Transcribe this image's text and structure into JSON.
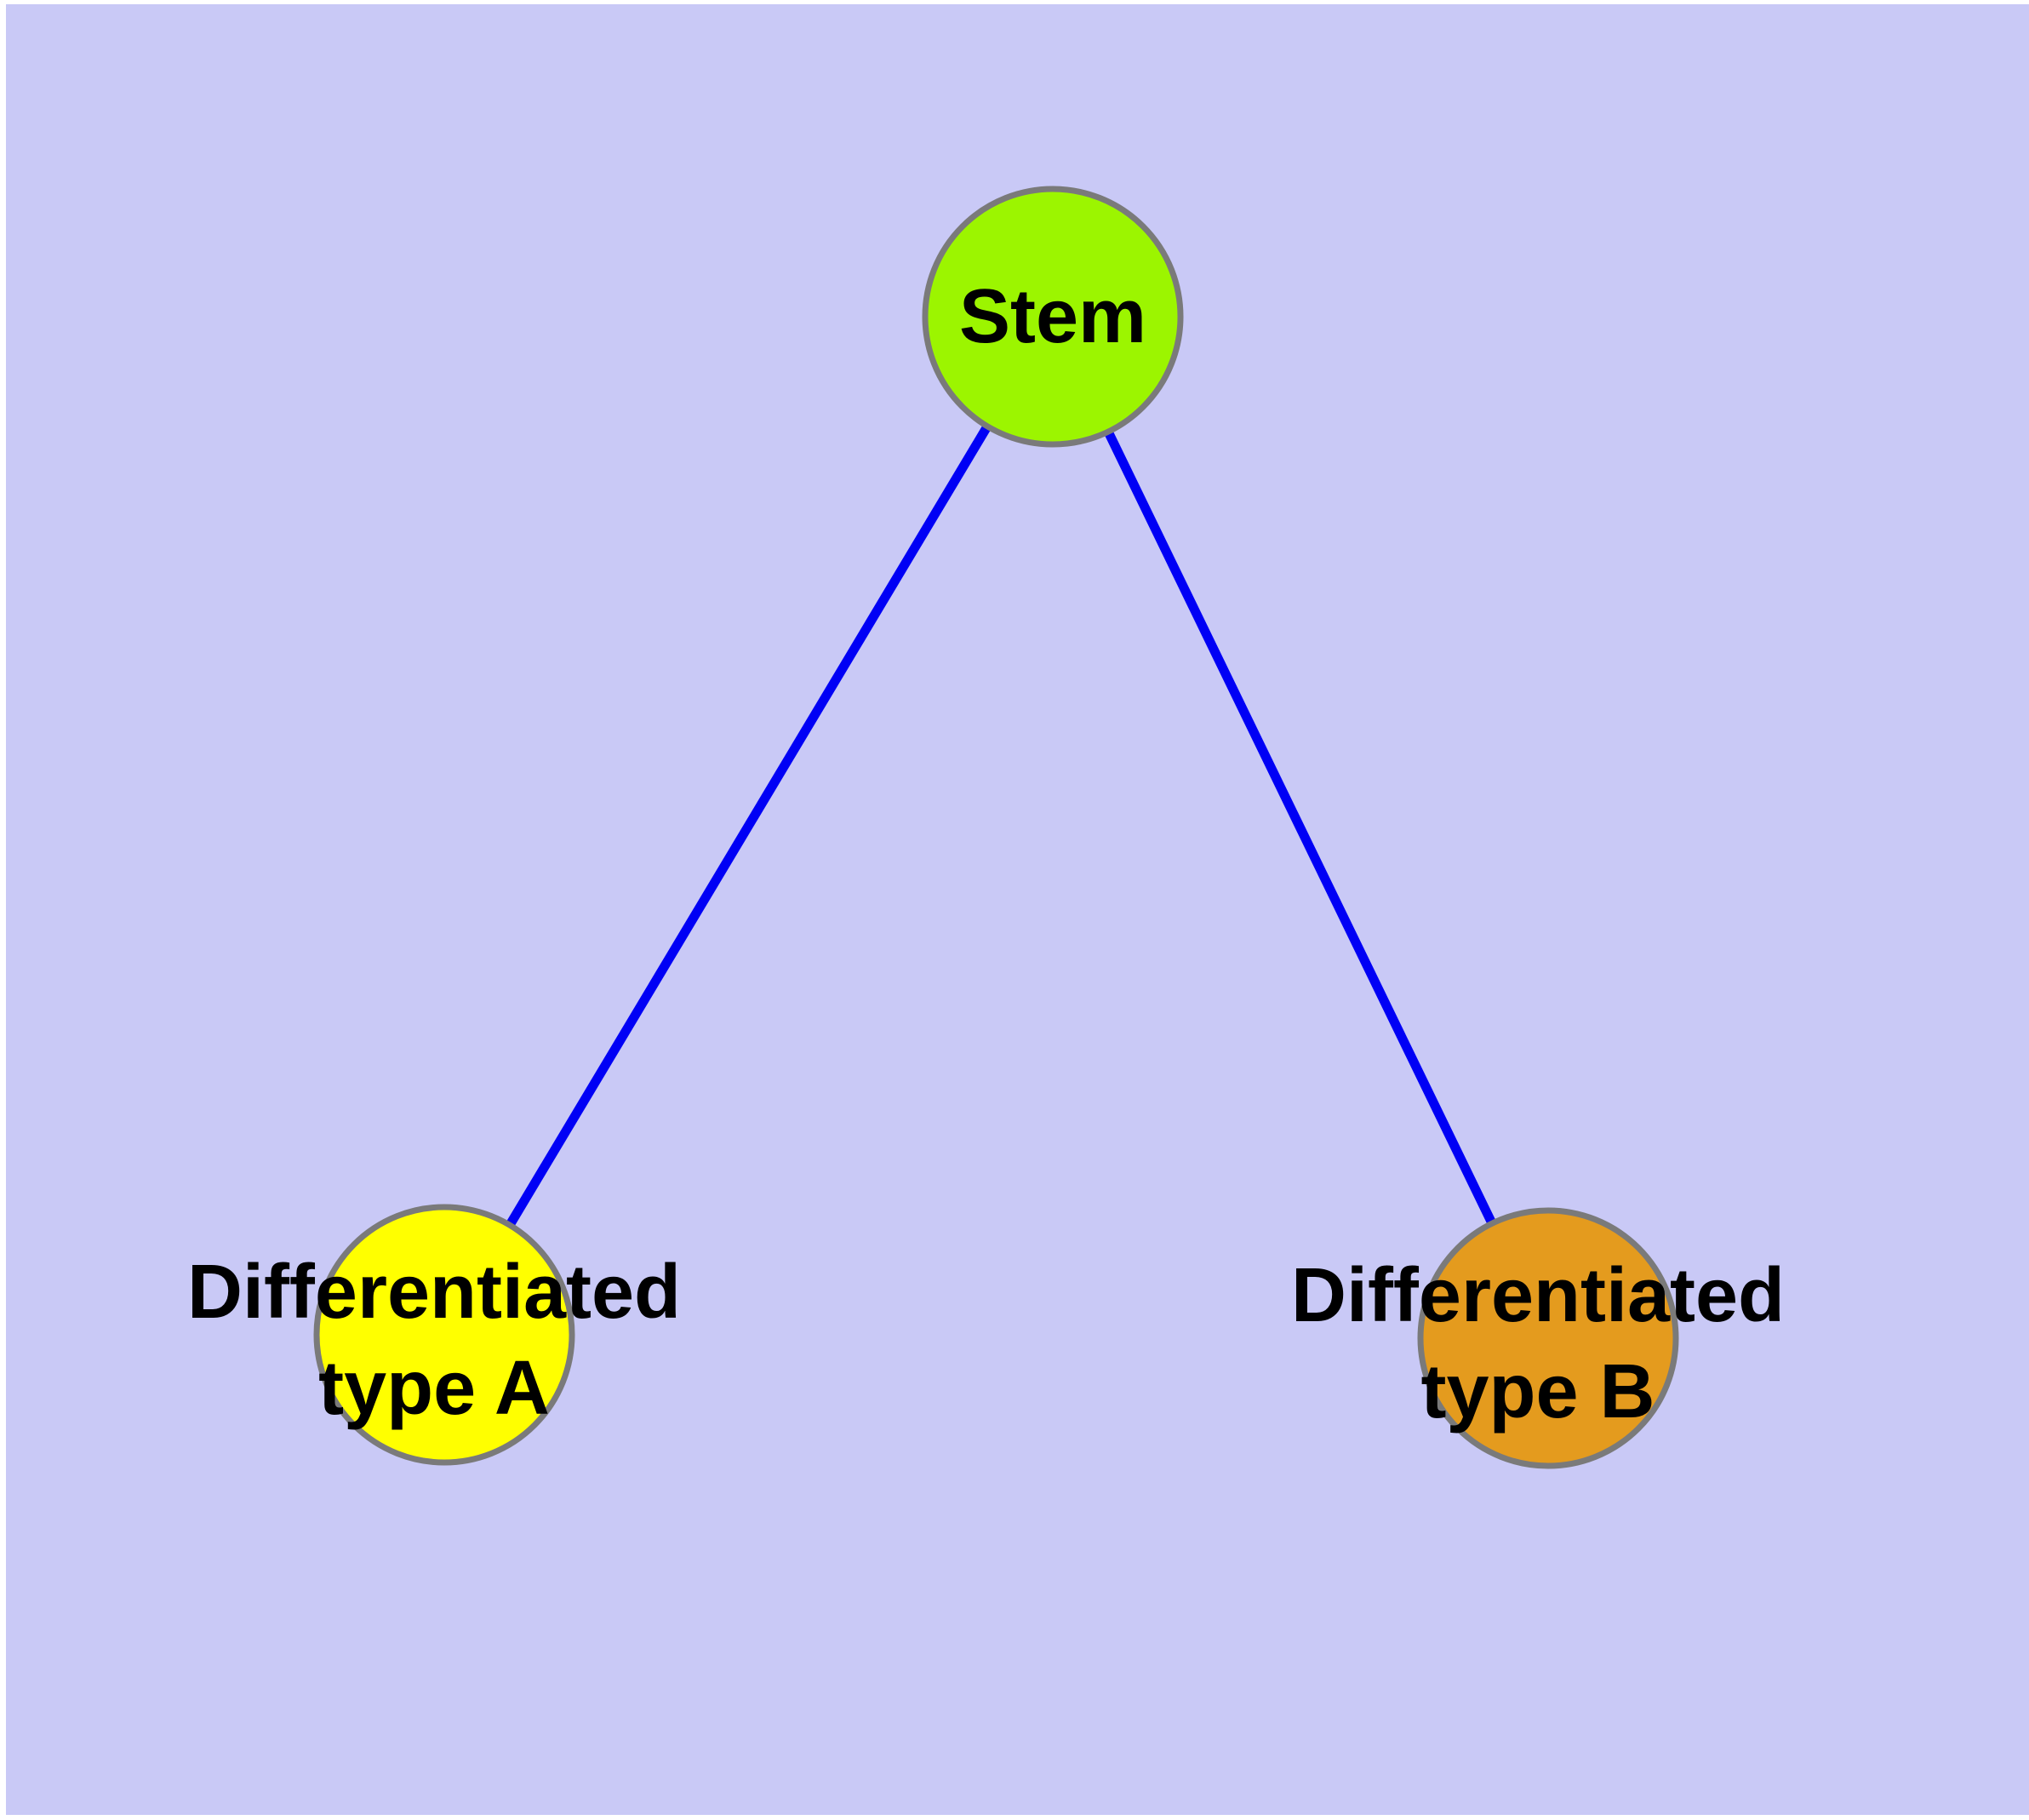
{
  "diagram": {
    "background_color": "#c9c9f6",
    "page_margin_color": "#ffffff",
    "text_color": "#000000",
    "nodes": [
      {
        "id": "stem",
        "label": "Stem",
        "fill": "#9cf500",
        "border_color": "#7a7a7a"
      },
      {
        "id": "differentiated-type-a",
        "label": "Differentiated type A",
        "label_line1": "Differentiated",
        "label_line2": "type A",
        "fill": "#ffff00",
        "border_color": "#7a7a7a"
      },
      {
        "id": "differentiated-type-b",
        "label": "Differentiated type B",
        "label_line1": "Differentiated",
        "label_line2": "type B",
        "fill": "#e49b1e",
        "border_color": "#7a7a7a"
      }
    ],
    "edges": [
      {
        "from": "stem",
        "to": "differentiated-type-a",
        "color": "#0000f5"
      },
      {
        "from": "stem",
        "to": "differentiated-type-b",
        "color": "#0000f5"
      }
    ]
  }
}
